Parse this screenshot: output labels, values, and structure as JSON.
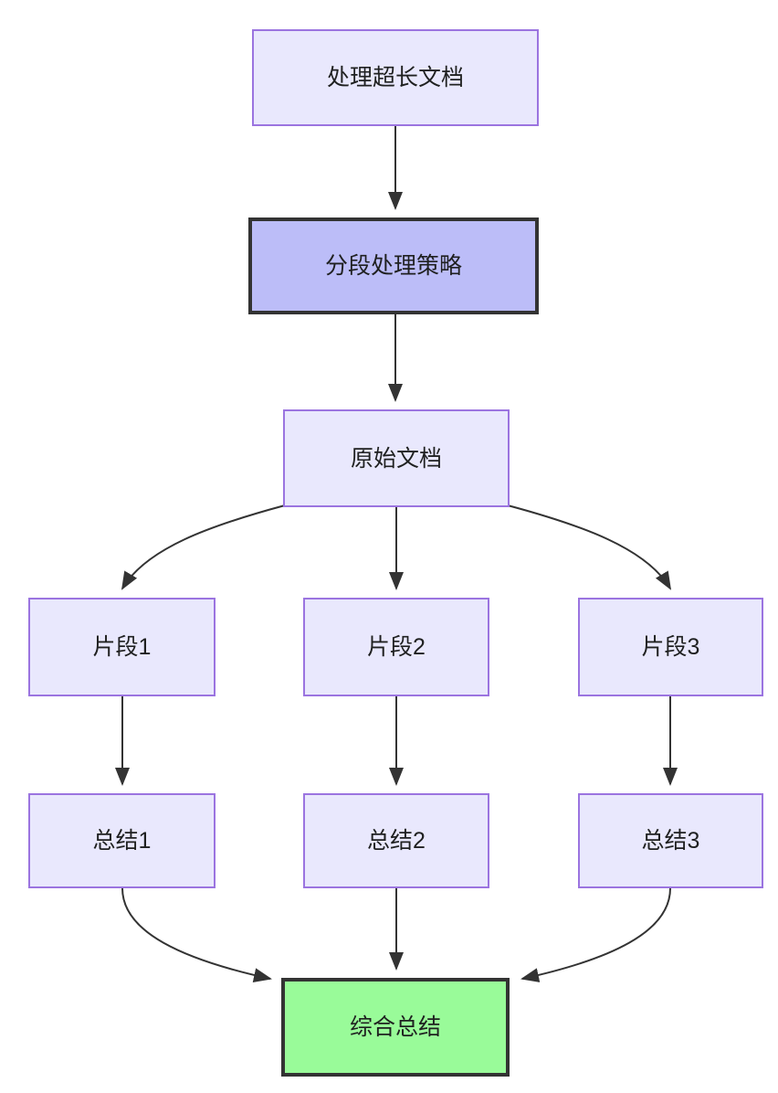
{
  "diagram": {
    "type": "flowchart",
    "direction": "top-down",
    "title_node": "处理超长文档",
    "colors": {
      "node_fill_light": "#e9e8fd",
      "node_border_light": "#9b74e0",
      "node_fill_emphasis": "#bcbdf8",
      "node_border_dark": "#333333",
      "node_fill_final": "#99fb99",
      "edge_stroke": "#333333",
      "text": "#1f2020",
      "background": "#ffffff"
    },
    "nodes": [
      {
        "id": "root",
        "label": "处理超长文档",
        "style": "light"
      },
      {
        "id": "strategy",
        "label": "分段处理策略",
        "style": "emphasis"
      },
      {
        "id": "source",
        "label": "原始文档",
        "style": "light"
      },
      {
        "id": "chunk1",
        "label": "片段1",
        "style": "light"
      },
      {
        "id": "chunk2",
        "label": "片段2",
        "style": "light"
      },
      {
        "id": "chunk3",
        "label": "片段3",
        "style": "light"
      },
      {
        "id": "sum1",
        "label": "总结1",
        "style": "light"
      },
      {
        "id": "sum2",
        "label": "总结2",
        "style": "light"
      },
      {
        "id": "sum3",
        "label": "总结3",
        "style": "light"
      },
      {
        "id": "final",
        "label": "综合总结",
        "style": "final"
      }
    ],
    "edges": [
      {
        "from": "root",
        "to": "strategy",
        "shape": "straight"
      },
      {
        "from": "strategy",
        "to": "source",
        "shape": "straight"
      },
      {
        "from": "source",
        "to": "chunk1",
        "shape": "curved"
      },
      {
        "from": "source",
        "to": "chunk2",
        "shape": "straight"
      },
      {
        "from": "source",
        "to": "chunk3",
        "shape": "curved"
      },
      {
        "from": "chunk1",
        "to": "sum1",
        "shape": "straight"
      },
      {
        "from": "chunk2",
        "to": "sum2",
        "shape": "straight"
      },
      {
        "from": "chunk3",
        "to": "sum3",
        "shape": "straight"
      },
      {
        "from": "sum1",
        "to": "final",
        "shape": "curved"
      },
      {
        "from": "sum2",
        "to": "final",
        "shape": "straight"
      },
      {
        "from": "sum3",
        "to": "final",
        "shape": "curved"
      }
    ]
  }
}
